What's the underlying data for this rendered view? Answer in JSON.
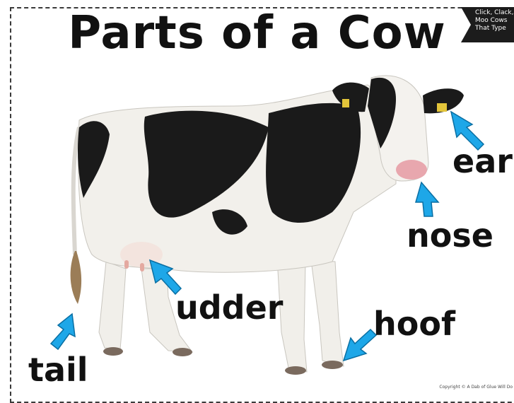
{
  "title": "Parts of a Cow",
  "corner_tab": {
    "line1": "Click, Clack,",
    "line2": "Moo Cows",
    "line3": "That Type"
  },
  "labels": {
    "ear": "ear",
    "nose": "nose",
    "udder": "udder",
    "hoof": "hoof",
    "tail": "tail"
  },
  "copyright": "Copyright © A Dab of Glue Will Do",
  "colors": {
    "arrow": "#1ea7e8",
    "text": "#111111"
  }
}
